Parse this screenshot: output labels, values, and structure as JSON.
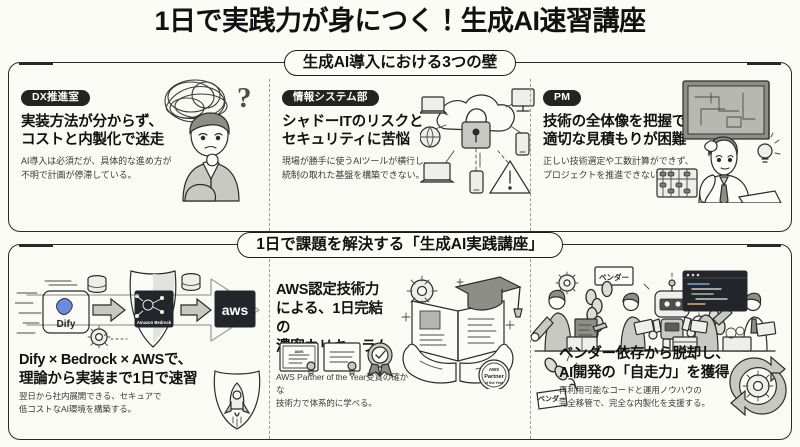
{
  "title": "1日で実践力が身につく！生成AI速習講座",
  "sections": [
    {
      "id": "problems",
      "heading": "生成AI導入における3つの壁",
      "columns": [
        {
          "badge": "DX推進室",
          "heading": "実装方法が分からず、\nコストと内製化で迷走",
          "heading_line1": "実装方法が分からず、",
          "heading_line2": "コストと内製化で迷走",
          "body_line1": "AI導入は必須だが、具体的な進め方が",
          "body_line2": "不明で計画が停滞している。",
          "art": "confused-businessman-with-scribbles"
        },
        {
          "badge": "情報システム部",
          "heading_line1": "シャドーITのリスクと",
          "heading_line2": "セキュリティに苦悩",
          "body_line1": "現場が勝手に使うAIツールが横行し、",
          "body_line2": "統制の取れた基盤を構築できない。",
          "art": "cloud-unlocked-padlock-devices-warning"
        },
        {
          "badge": "PM",
          "heading_line1": "技術の全体像を把握できず、",
          "heading_line2": "適切な見積もりが困難",
          "body_line1": "正しい技術選定や工数計算ができず、",
          "body_line2": "プロジェクトを推進できない。",
          "art": "pm-scratching-head-blueprint-abacus"
        }
      ]
    },
    {
      "id": "solutions",
      "heading": "1日で課題を解決する「生成AI実践講座」",
      "columns": [
        {
          "heading_line1": "Dify × Bedrock × AWSで、",
          "heading_line2": "理論から実装まで1日で速習",
          "body_line1": "翌日から社内展開できる、セキュアで",
          "body_line2": "低コストなAI環境を構築する。",
          "art": "dify-bedrock-aws-pipeline",
          "art_labels": [
            "Dify",
            "Amazon Bedrock",
            "aws"
          ]
        },
        {
          "heading_line1": "AWS認定技術力",
          "heading_line2": "による、1日完結の",
          "heading_line3": "濃密カリキュラム",
          "body_line1": "AWS Partner of the Year受賞の確かな",
          "body_line2": "技術力で体系的に学べる。",
          "art": "open-book-graduation-cap-certificates",
          "art_labels": [
            "AWS",
            "Partner",
            "of the Year"
          ]
        },
        {
          "heading_line1": "ベンダー依存から脱却し、",
          "heading_line2": "AI開発の「自走力」を獲得",
          "body_line1": "再利用可能なコードと運用ノウハウの",
          "body_line2": "完全移管で、完全な内製化を支援する。",
          "art": "team-breaking-vendor-chains-robot",
          "art_labels": [
            "ベンダー",
            "ベンダー"
          ]
        }
      ]
    }
  ],
  "colors": {
    "background": "#fdfdf8",
    "ink": "#1a1a1a",
    "badge_bg": "#232323",
    "badge_text": "#ffffff",
    "divider": "#9a9a92",
    "aws_navy": "#23252b",
    "dify_blue": "#4a69c8"
  }
}
